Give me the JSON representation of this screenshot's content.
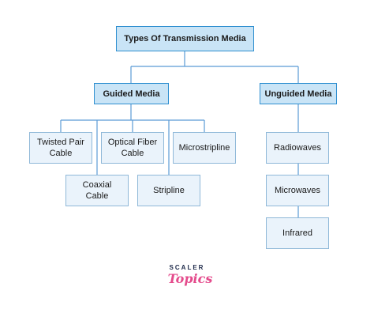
{
  "diagram": {
    "root": "Types Of Transmission Media",
    "guided": "Guided Media",
    "unguided": "Unguided Media",
    "guided_items": {
      "twisted_pair": "Twisted Pair\nCable",
      "coaxial": "Coaxial\nCable",
      "optical_fiber": "Optical Fiber\nCable",
      "stripline": "Stripline",
      "microstripline": "Microstripline"
    },
    "unguided_items": {
      "radiowaves": "Radiowaves",
      "microwaves": "Microwaves",
      "infrared": "Infrared"
    }
  },
  "logo": {
    "word": "SCALER",
    "sub": "Topics"
  },
  "colors": {
    "connector": "#5b9bd5",
    "top_fill": "#c9e4f6",
    "top_border": "#2f8fd0",
    "leaf_fill": "#eaf3fb",
    "leaf_border": "#8fb8d8",
    "logo_pink": "#e44b8c",
    "logo_navy": "#1e2a4a"
  }
}
